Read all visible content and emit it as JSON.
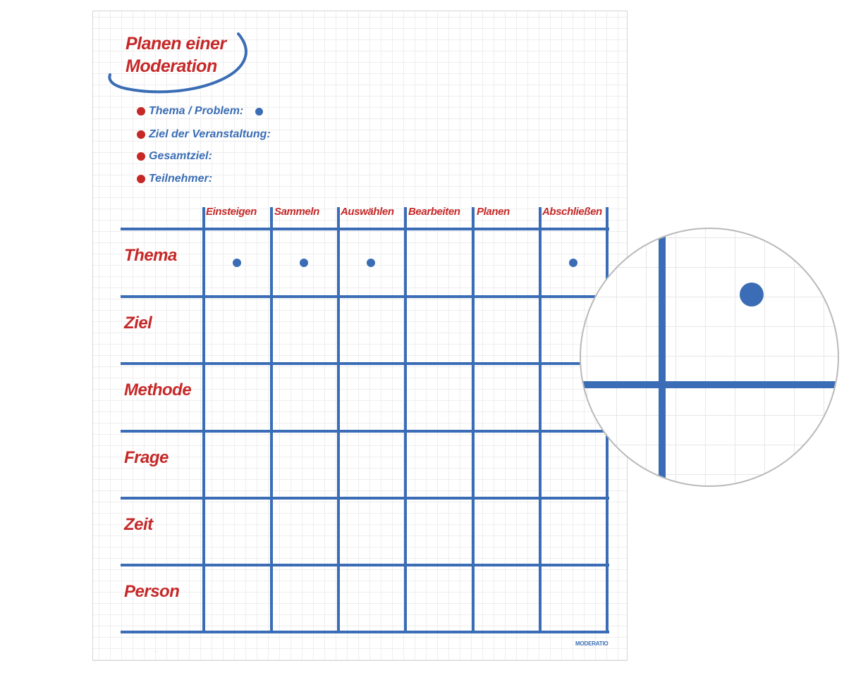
{
  "title_line1": "Planen einer",
  "title_line2": "Moderation",
  "bullets": [
    {
      "label": "Thema / Problem:",
      "has_marker": true
    },
    {
      "label": "Ziel der Veranstaltung:",
      "has_marker": false
    },
    {
      "label": "Gesamtziel:",
      "has_marker": false
    },
    {
      "label": "Teilnehmer:",
      "has_marker": false
    }
  ],
  "columns": [
    "Einsteigen",
    "Sammeln",
    "Auswählen",
    "Bearbeiten",
    "Planen",
    "Abschließen"
  ],
  "rows": [
    "Thema",
    "Ziel",
    "Methode",
    "Frage",
    "Zeit",
    "Person"
  ],
  "thema_row_markers": [
    true,
    true,
    true,
    false,
    false,
    true
  ],
  "logo_text": "MODERATIO",
  "colors": {
    "red": "#c62828",
    "blue": "#3a6db5",
    "grid": "#eeeeee"
  }
}
